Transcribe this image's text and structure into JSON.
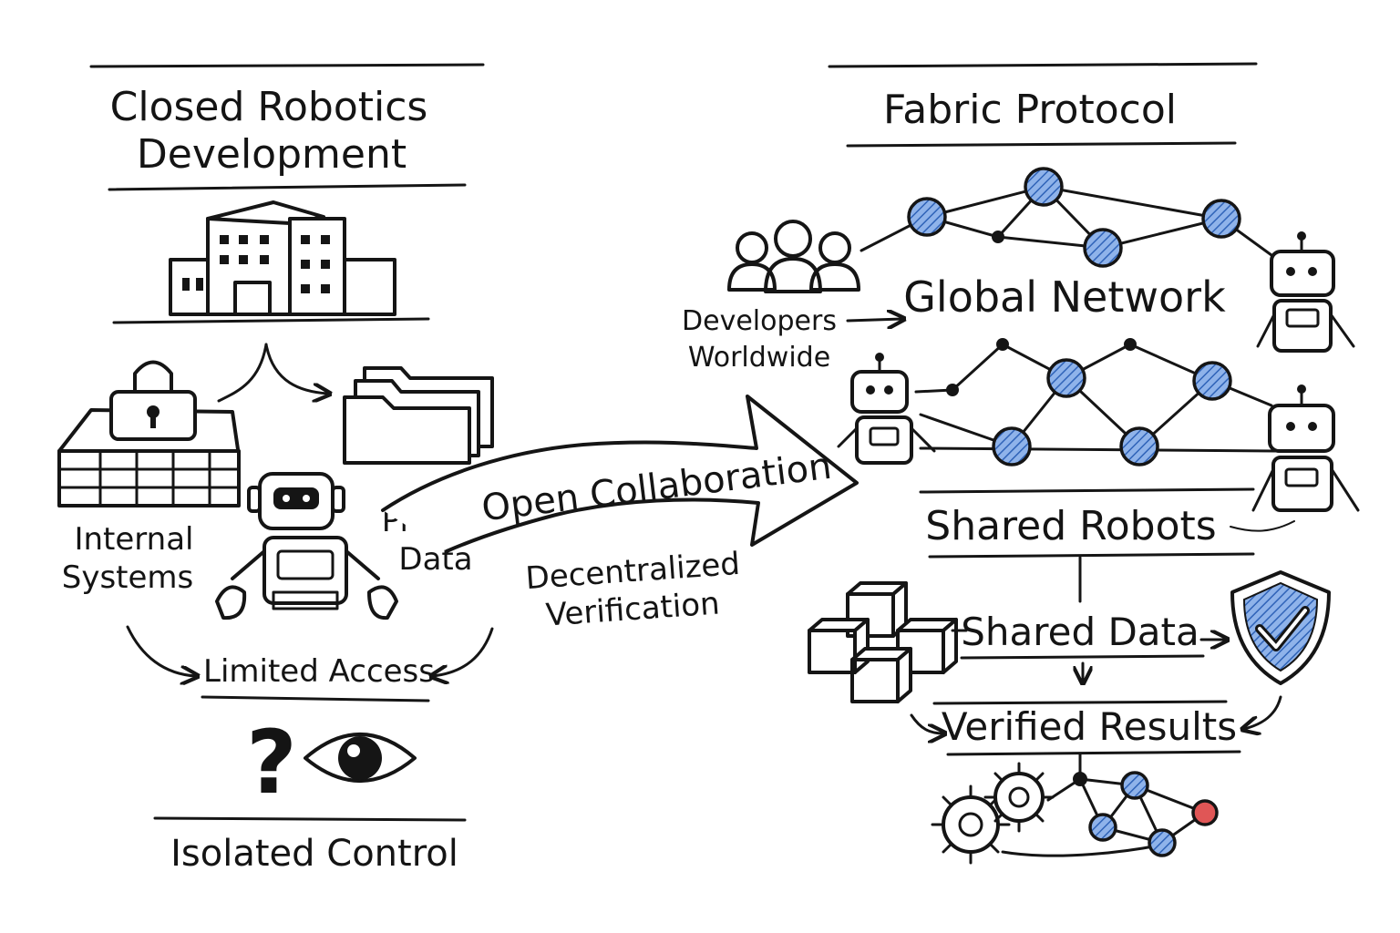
{
  "left": {
    "title_line1": "Closed Robotics",
    "title_line2": "Development",
    "internal_systems_line1": "Internal",
    "internal_systems_line2": "Systems",
    "private_data_line1": "Private",
    "private_data_line2": "Data",
    "limited_access": "Limited Access",
    "isolated_control": "Isolated Control"
  },
  "middle": {
    "open_collaboration": "Open Collaboration",
    "decentralized_line1": "Decentralized",
    "decentralized_line2": "Verification"
  },
  "right": {
    "title": "Fabric Protocol",
    "developers_line1": "Developers",
    "developers_line2": "Worldwide",
    "global_network": "Global Network",
    "shared_robots": "Shared Robots",
    "shared_data": "Shared Data",
    "verified_results": "Verified Results"
  },
  "colors": {
    "ink": "#151515",
    "node_blue": "#5b8fd6",
    "node_red": "#e05656",
    "background": "#ffffff"
  },
  "icons": [
    "office-building-icon",
    "padlock-icon",
    "server-stack-icon",
    "folder-icon",
    "robot-icon",
    "question-mark-icon",
    "eye-icon",
    "people-group-icon",
    "network-graph-icon",
    "data-cubes-icon",
    "shield-check-icon",
    "gears-icon"
  ]
}
